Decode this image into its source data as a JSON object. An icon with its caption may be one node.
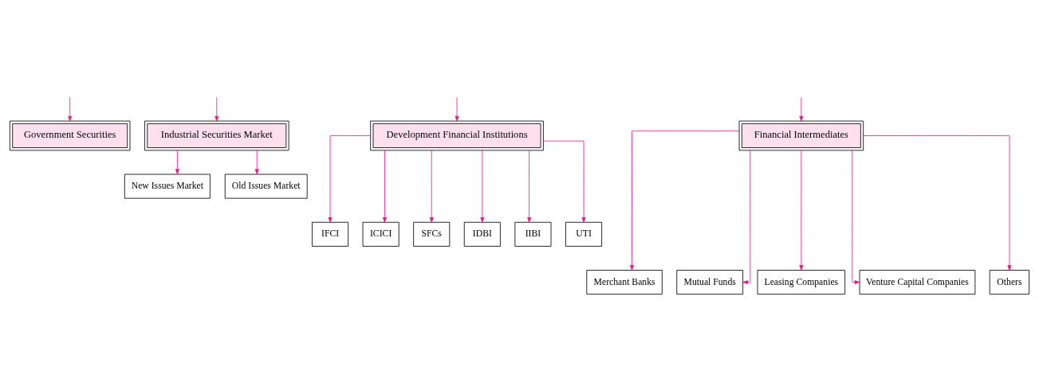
{
  "diagram": {
    "nodes": [
      {
        "text": [
          "Government Securities"
        ]
      },
      {
        "text": [
          "Industrial Securities Market"
        ]
      },
      {
        "text": [
          "Development Financial Institutions"
        ]
      },
      {
        "text": [
          "Financial Intermediates"
        ]
      },
      {
        "text": [
          "New Issues Market"
        ]
      },
      {
        "text": [
          "Old Issues Market"
        ]
      },
      {
        "text": [
          "IFCI"
        ]
      },
      {
        "text": [
          "ICICI"
        ]
      },
      {
        "text": [
          "SFCs"
        ]
      },
      {
        "text": [
          "IDBI"
        ]
      },
      {
        "text": [
          "IIBI"
        ]
      },
      {
        "text": [
          "UTI"
        ]
      },
      {
        "text": [
          "Merchant Banks"
        ]
      },
      {
        "text": [
          "Mutual Funds"
        ]
      },
      {
        "text": [
          "Leasing Companies"
        ]
      },
      {
        "text": [
          "Venture Capital Companies"
        ]
      },
      {
        "text": [
          "Others"
        ]
      }
    ],
    "edges": [
      {
        "from": null,
        "to": 0,
        "arrow": "to"
      },
      {
        "from": null,
        "to": 1,
        "arrow": "to"
      },
      {
        "from": null,
        "to": 2,
        "arrow": "to"
      },
      {
        "from": null,
        "to": 3,
        "arrow": "to"
      },
      {
        "from": 1,
        "to": 4,
        "arrow": "to"
      },
      {
        "from": 1,
        "to": 5,
        "arrow": "to"
      },
      {
        "from": 2,
        "to": 6,
        "arrow": "to"
      },
      {
        "from": 2,
        "to": 7,
        "arrow": "to"
      },
      {
        "from": 2,
        "to": 8,
        "arrow": "to"
      },
      {
        "from": 2,
        "to": 9,
        "arrow": "to"
      },
      {
        "from": 2,
        "to": 10,
        "arrow": "to"
      },
      {
        "from": 2,
        "to": 11,
        "arrow": "to"
      },
      {
        "from": 3,
        "to": 12,
        "arrow": "to"
      },
      {
        "from": 3,
        "to": 13,
        "arrow": "to"
      },
      {
        "from": 3,
        "to": 14,
        "arrow": "to"
      },
      {
        "from": 3,
        "to": 15,
        "arrow": "to"
      },
      {
        "from": 3,
        "to": 16,
        "arrow": "to"
      }
    ]
  }
}
